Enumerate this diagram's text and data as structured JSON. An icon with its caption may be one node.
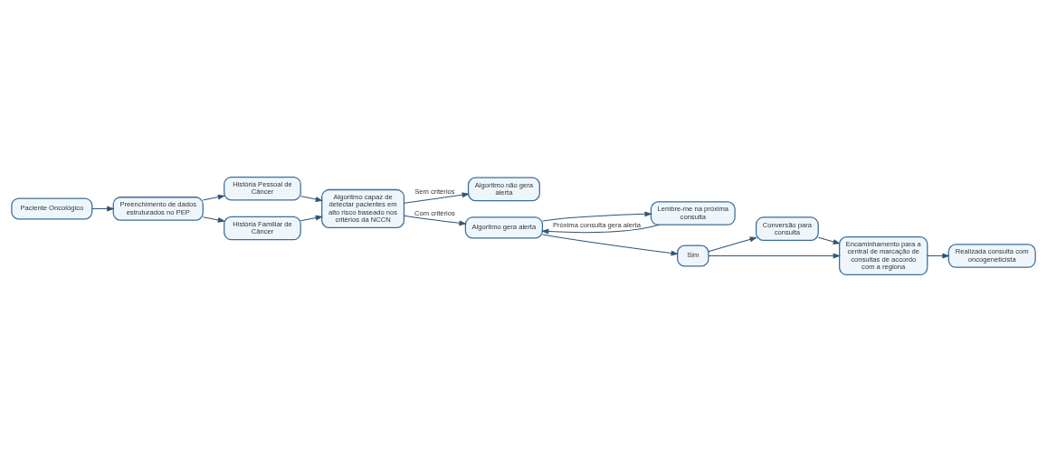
{
  "diagram": {
    "nodes": [
      {
        "text": [
          "Paciente Oncológico"
        ]
      },
      {
        "text": [
          "Preenchimento de dados estruturados no PEP"
        ]
      },
      {
        "text": [
          "História Pessoal de Câncer"
        ]
      },
      {
        "text": [
          "História Familiar de Câncer"
        ]
      },
      {
        "text": [
          "Algoritmo capaz de detectar pacientes em alto risco baseado nos critérios da NCCN"
        ]
      },
      {
        "text": [
          "Algoritmo não gera alerta"
        ]
      },
      {
        "text": [
          "Lembre-me na próxima consulta"
        ]
      },
      {
        "text": [
          "Algoritmo gera alerta"
        ]
      },
      {
        "text": [
          "Sim"
        ]
      },
      {
        "text": [
          "Conversão para consulta"
        ]
      },
      {
        "text": [
          "Encaminhamento para a central de marcação de consultas de accordo com a regiona"
        ]
      },
      {
        "text": [
          "Realizada consulta com oncogeneticista"
        ]
      }
    ],
    "edges": [
      {
        "from": 0,
        "to": 1,
        "arrow": "to"
      },
      {
        "from": 1,
        "to": 2,
        "arrow": "to"
      },
      {
        "from": 1,
        "to": 3,
        "arrow": "to"
      },
      {
        "from": 2,
        "to": 4,
        "arrow": "to"
      },
      {
        "from": 3,
        "to": 4,
        "arrow": "to"
      },
      {
        "from": 4,
        "to": 5,
        "arrow": "to",
        "label": "Sem critérios"
      },
      {
        "from": 4,
        "to": 7,
        "arrow": "to",
        "label": "Com critérios"
      },
      {
        "from": 6,
        "to": 7,
        "arrow": "to",
        "label": "Próxima consulta gera alerta"
      },
      {
        "from": 7,
        "to": 6,
        "arrow": "to"
      },
      {
        "from": 7,
        "to": 8,
        "arrow": "to"
      },
      {
        "from": 8,
        "to": 9,
        "arrow": "to"
      },
      {
        "from": 8,
        "to": 10,
        "arrow": "to"
      },
      {
        "from": 9,
        "to": 10,
        "arrow": "to"
      },
      {
        "from": 10,
        "to": 11,
        "arrow": "to"
      }
    ]
  }
}
